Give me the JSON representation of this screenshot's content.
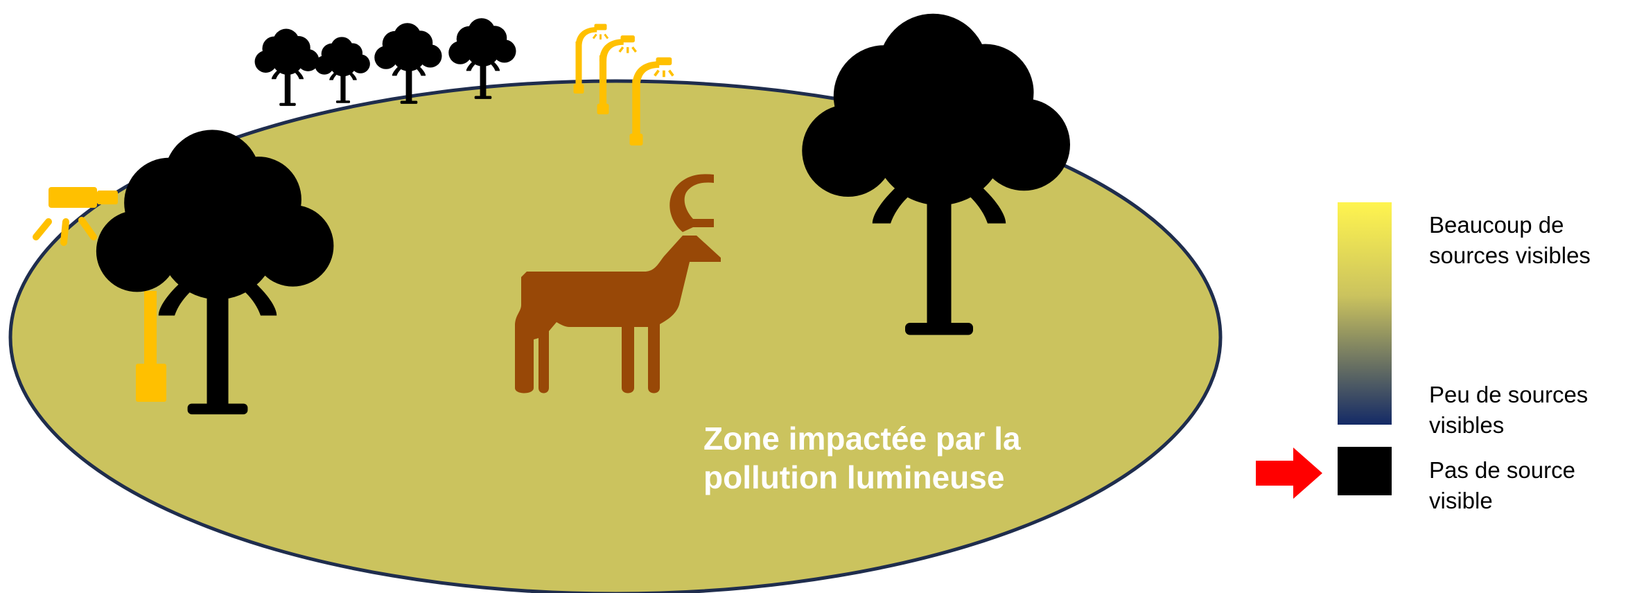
{
  "diagram": {
    "zone_label": "Zone impactée par la pollution lumineuse"
  },
  "legend": {
    "high_label": "Beaucoup de sources visibles",
    "low_label": "Peu de sources visibles",
    "none_label": "Pas de source visible",
    "gradient_top_color": "#FFF44F",
    "gradient_mid_color": "#CBC35E",
    "gradient_bottom_color": "#142A66",
    "none_color": "#000000",
    "arrow_color": "#FF0000"
  },
  "colors": {
    "zone_fill": "#CBC35E",
    "zone_outline": "#1F2D4D",
    "tree": "#000000",
    "lamp": "#FFC000",
    "deer": "#984807"
  },
  "icons": [
    "tree-icon",
    "street-lamp-icon",
    "floodlight-icon",
    "deer-icon",
    "arrow-right-icon"
  ]
}
